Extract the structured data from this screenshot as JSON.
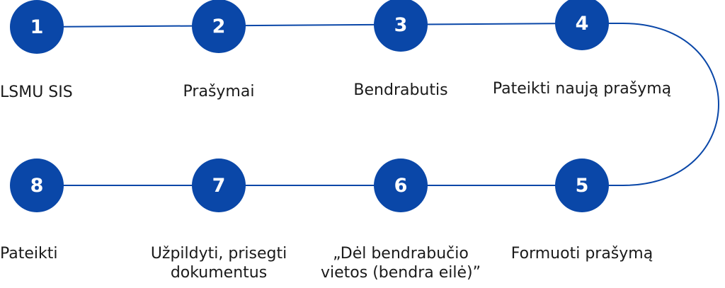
{
  "steps": [
    {
      "number": "1",
      "label": "LSMU SIS"
    },
    {
      "number": "2",
      "label": "Prašymai"
    },
    {
      "number": "3",
      "label": "Bendrabutis"
    },
    {
      "number": "4",
      "label": "Pateikti naują prašymą"
    },
    {
      "number": "5",
      "label": "Formuoti prašymą"
    },
    {
      "number": "6",
      "label": "„Dėl bendrabučio\nvietos (bendra eilė)”"
    },
    {
      "number": "7",
      "label": "Užpildyti, prisegti\ndokumentus"
    },
    {
      "number": "8",
      "label": "Pateikti"
    }
  ],
  "colors": {
    "accent": "#0a47a8",
    "text": "#1a1a1a"
  }
}
